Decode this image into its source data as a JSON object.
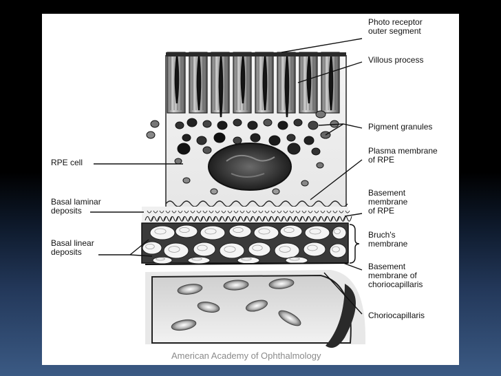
{
  "colors": {
    "background_top": "#000000",
    "background_bottom": "#3b5a84",
    "panel": "#ffffff",
    "ink": "#111111"
  },
  "labels": {
    "photoreceptor": "Photo receptor\nouter segment",
    "villous": "Villous process",
    "pigment": "Pigment granules",
    "plasma": "Plasma membrane\nof RPE",
    "basement_rpe": "Basement\nmembrane\nof RPE",
    "bruchs": "Bruch's\nmembrane",
    "basement_chorio": "Basement\nmembrane of\nchoriocapillaris",
    "choriocapillaris": "Choriocapillaris",
    "rpe_cell": "RPE cell",
    "basal_laminar": "Basal laminar\ndeposits",
    "basal_linear": "Basal linear\ndeposits"
  },
  "credit": "American Academy of Ophthalmology"
}
